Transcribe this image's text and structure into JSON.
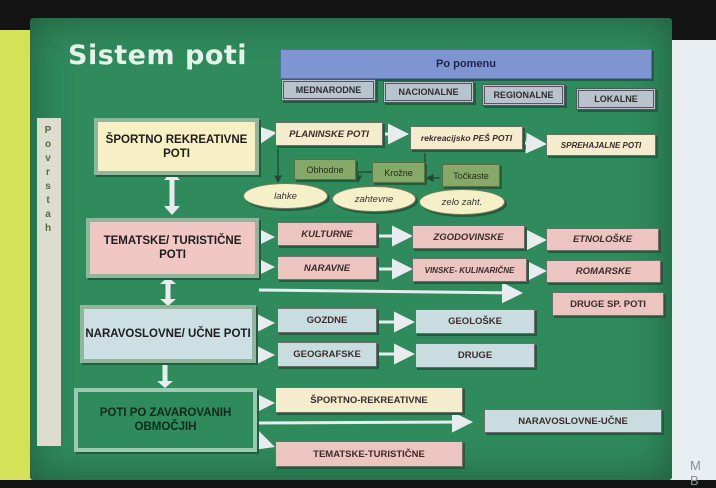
{
  "title": "Sistem poti",
  "by_purpose": {
    "label": "Po pomenu",
    "scopes": [
      "MEDNARODNE",
      "NACIONALNE",
      "REGIONALNE",
      "LOKALNE"
    ]
  },
  "by_surface": {
    "letters": [
      "P",
      "o",
      "v",
      "r",
      "s",
      "t",
      "a",
      "h"
    ]
  },
  "categories": [
    {
      "label": "ŠPORTNO REKREATIVNE POTI",
      "color": "#f7f0c4"
    },
    {
      "label": "TEMATSKE/ TURISTIČNE POTI",
      "color": "#f0c7c3"
    },
    {
      "label": "NARAVOSLOVNE/ UČNE POTI",
      "color": "#cce0e3"
    },
    {
      "label": "POTI PO ZAVAROVANIH OBMOČJIH",
      "color": "#2f8a5c"
    }
  ],
  "sport_row": [
    "PLANINSKE POTI",
    "rekreacijsko PEŠ POTI",
    "SPREHAJALNE POTI"
  ],
  "sport_types": [
    "Obhodne",
    "Krožne",
    "Točkaste"
  ],
  "sport_difficulty": [
    "lahke",
    "zahtevne",
    "zelo zaht."
  ],
  "tematske_row1": [
    "KULTURNE",
    "ZGODOVINSKE",
    "ETNOLOŠKE"
  ],
  "tematske_row2": [
    "NARAVNE",
    "VINSKE- KULINARIČNE",
    "ROMARSKE"
  ],
  "tematske_other": "DRUGE SP. POTI",
  "naravoslovne_row1": [
    "GOZDNE",
    "GEOLOŠKE"
  ],
  "naravoslovne_row2": [
    "GEOGRAFSKE",
    "DRUGE"
  ],
  "protected": [
    "ŠPORTNO-REKREATIVNE",
    "NARAVOSLOVNE-UČNE",
    "TEMATSKE-TURISTIČNE"
  ],
  "watermark": "M B"
}
